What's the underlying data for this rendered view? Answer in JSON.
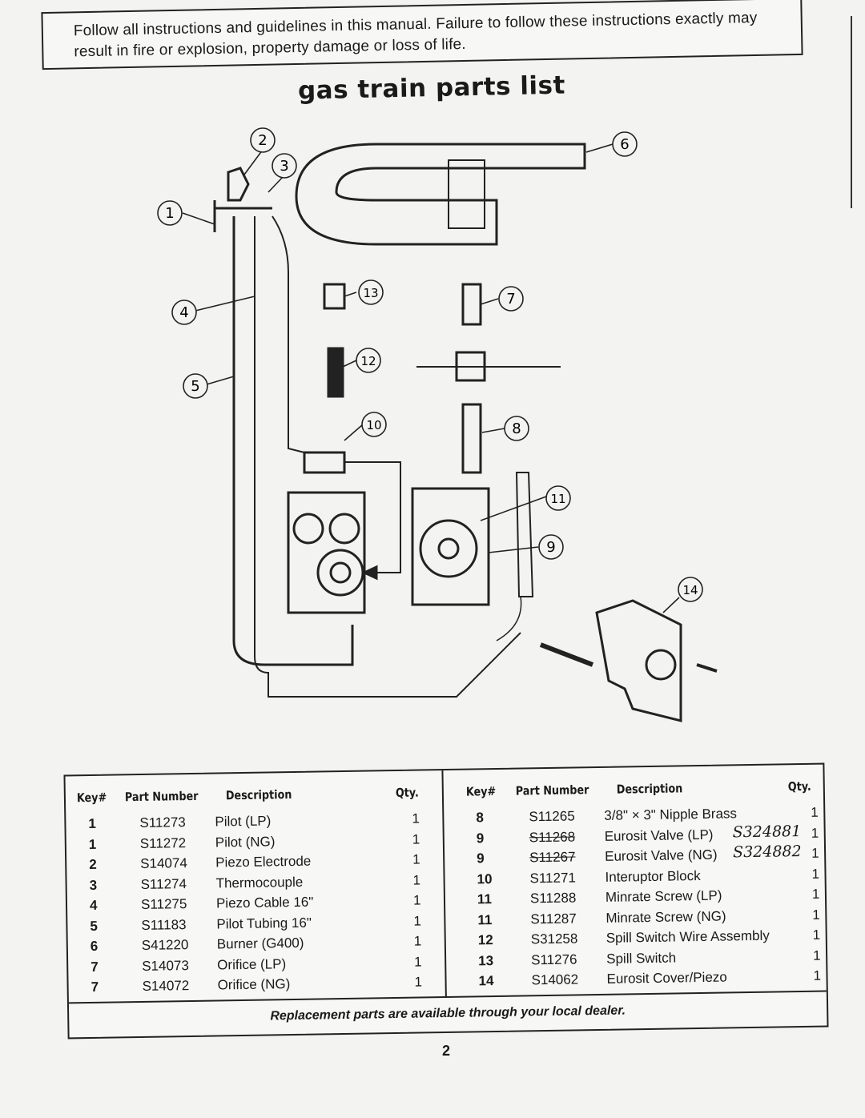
{
  "warning_text": "Follow all instructions and guidelines in this manual. Failure to follow these instructions exactly may result in fire or explosion, property damage or loss of life.",
  "title": "gas train parts list",
  "callouts": [
    "1",
    "2",
    "3",
    "4",
    "5",
    "6",
    "7",
    "8",
    "9",
    "10",
    "11",
    "12",
    "13",
    "14"
  ],
  "table": {
    "headers": {
      "key": "Key#",
      "part": "Part Number",
      "desc": "Description",
      "qty": "Qty."
    },
    "headers_right": {
      "key": "Key#",
      "part": "Part Number",
      "desc": "Description",
      "qty": "Qty."
    },
    "left_rows": [
      {
        "key": "1",
        "part": "S11273",
        "desc": "Pilot (LP)",
        "qty": "1"
      },
      {
        "key": "1",
        "part": "S11272",
        "desc": "Pilot (NG)",
        "qty": "1"
      },
      {
        "key": "2",
        "part": "S14074",
        "desc": "Piezo Electrode",
        "qty": "1"
      },
      {
        "key": "3",
        "part": "S11274",
        "desc": "Thermocouple",
        "qty": "1"
      },
      {
        "key": "4",
        "part": "S11275",
        "desc": "Piezo Cable 16\"",
        "qty": "1"
      },
      {
        "key": "5",
        "part": "S11183",
        "desc": "Pilot Tubing 16\"",
        "qty": "1"
      },
      {
        "key": "6",
        "part": "S41220",
        "desc": "Burner (G400)",
        "qty": "1"
      },
      {
        "key": "7",
        "part": "S14073",
        "desc": "Orifice (LP)",
        "qty": "1"
      },
      {
        "key": "7",
        "part": "S14072",
        "desc": "Orifice (NG)",
        "qty": "1"
      }
    ],
    "right_rows": [
      {
        "key": "8",
        "part": "S11265",
        "desc": "3/8\" × 3\" Nipple Brass",
        "qty": "1",
        "note": ""
      },
      {
        "key": "9",
        "part": "S11268",
        "desc": "Eurosit Valve (LP)",
        "qty": "1",
        "note": "S324881"
      },
      {
        "key": "9",
        "part": "S11267",
        "desc": "Eurosit Valve (NG)",
        "qty": "1",
        "note": "S324882"
      },
      {
        "key": "10",
        "part": "S11271",
        "desc": "Interuptor Block",
        "qty": "1",
        "note": ""
      },
      {
        "key": "11",
        "part": "S11288",
        "desc": "Minrate Screw (LP)",
        "qty": "1",
        "note": ""
      },
      {
        "key": "11",
        "part": "S11287",
        "desc": "Minrate Screw (NG)",
        "qty": "1",
        "note": ""
      },
      {
        "key": "12",
        "part": "S31258",
        "desc": "Spill Switch Wire Assembly",
        "qty": "1",
        "note": ""
      },
      {
        "key": "13",
        "part": "S11276",
        "desc": "Spill Switch",
        "qty": "1",
        "note": ""
      },
      {
        "key": "14",
        "part": "S14062",
        "desc": "Eurosit Cover/Piezo",
        "qty": "1",
        "note": ""
      }
    ],
    "footer": "Replacement parts are available through your local dealer."
  },
  "page_number": "2"
}
